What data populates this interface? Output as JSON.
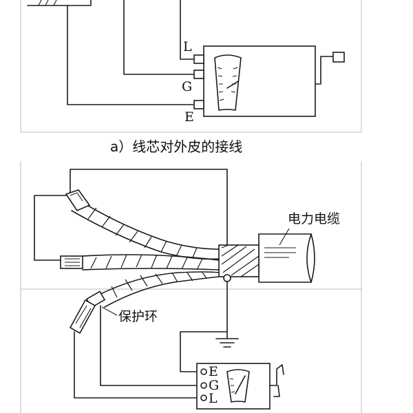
{
  "diagram_a": {
    "terminals": {
      "L": "L",
      "G": "G",
      "E": "E"
    },
    "caption": "a）线芯对外皮的接线"
  },
  "diagram_b": {
    "cable_label": "电力电缆",
    "guard_ring_label": "保护环",
    "terminals": {
      "E": "E",
      "G": "G",
      "L": "L"
    }
  }
}
